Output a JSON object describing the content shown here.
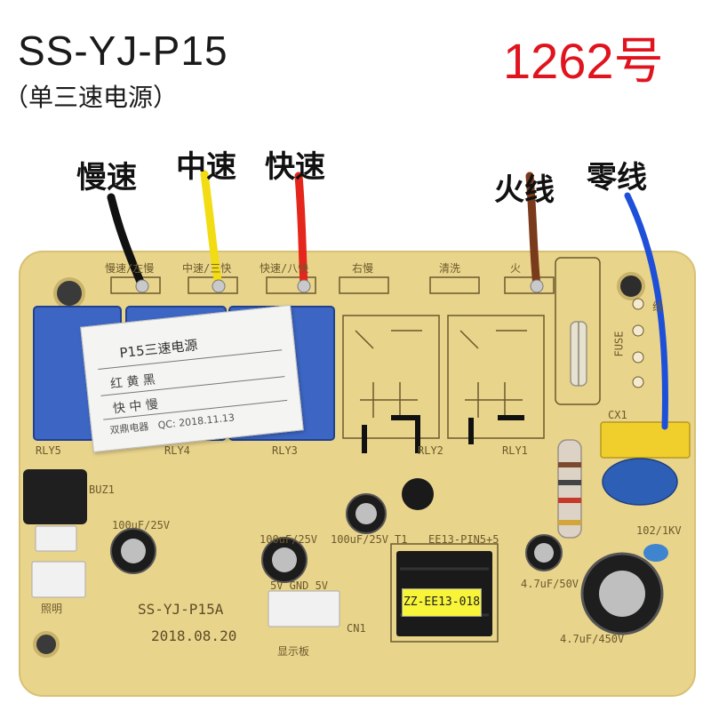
{
  "header": {
    "model": "SS-YJ-P15",
    "subtitle": "（单三速电源）",
    "item_number": "1262号"
  },
  "wire_labels": {
    "slow": "慢速",
    "medium": "中速",
    "fast": "快速",
    "live": "火线",
    "neutral": "零线"
  },
  "wire_colors": {
    "slow": "#111111",
    "medium": "#f2dc13",
    "fast": "#e5261c",
    "live": "#7a3a1c",
    "neutral": "#1e4fd8"
  },
  "board": {
    "color": "#e9d48c",
    "silkscreen": {
      "pad_labels": [
        "慢速/左慢",
        "中速/三快",
        "快速/八快",
        "右慢",
        "清洗",
        "火"
      ],
      "relays": [
        "RLY5",
        "RLY4",
        "RLY3",
        "RLY2",
        "RLY1"
      ],
      "fuse": "FUSE",
      "buzzer": "BUZ1",
      "cx": "CX1",
      "capacitors": {
        "ec5": "100uF/25V",
        "ec4": "100uF/25V",
        "ec3": "100uF/25V",
        "ec2": "4.7uF/50V",
        "ec1": "4.7uF/450V",
        "cap_hv": "102/1KV"
      },
      "transformer": "EE13-PIN5+5",
      "t1": "T1",
      "cn1": "CN1",
      "connector_pins": "5V GND 5V",
      "light": "照明",
      "display": "显示板",
      "board_name": "SS-YJ-P15A",
      "date": "2018.08.20",
      "line": "线"
    },
    "transformer_sticker": "ZZ-EE13-018"
  },
  "sticker": {
    "title": "P15三速电源",
    "row1": "红 黄 黑",
    "row2": "快 中 慢",
    "maker": "双鼎电器",
    "qc": "QC: 2018.11.13"
  }
}
